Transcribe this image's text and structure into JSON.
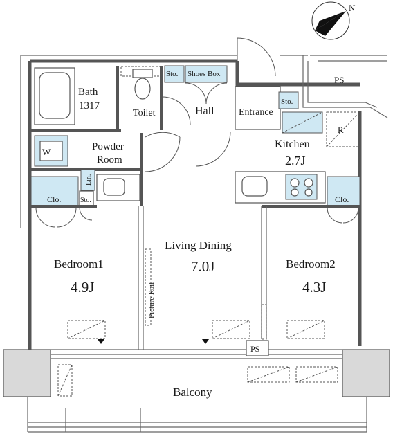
{
  "compass": {
    "label": "N"
  },
  "rooms": {
    "bath": "Bath",
    "bath_size": "1317",
    "toilet": "Toilet",
    "storage_top": "Sto.",
    "shoes_box": "Shoes Box",
    "hall": "Hall",
    "entrance": "Entrance",
    "storage_entrance": "Sto.",
    "ps_top": "PS",
    "washer": "W",
    "powder": "Powder",
    "powder_room": "Room",
    "kitchen": "Kitchen",
    "kitchen_size": "2.7J",
    "refrigerator": "R",
    "linen": "Lin.",
    "closet_left": "Clo.",
    "storage_left": "Sto.",
    "closet_right": "Clo.",
    "living_dining": "Living Dining",
    "living_size": "7.0J",
    "bedroom1": "Bedroom1",
    "bedroom1_size": "4.9J",
    "bedroom2": "Bedroom2",
    "bedroom2_size": "4.3J",
    "picture_rail": "Picture Rail",
    "ps_bottom": "PS",
    "balcony": "Balcony"
  },
  "colors": {
    "wall": "#555555",
    "fixture_blue": "#cfe8f3",
    "column": "#d9d9d9"
  }
}
